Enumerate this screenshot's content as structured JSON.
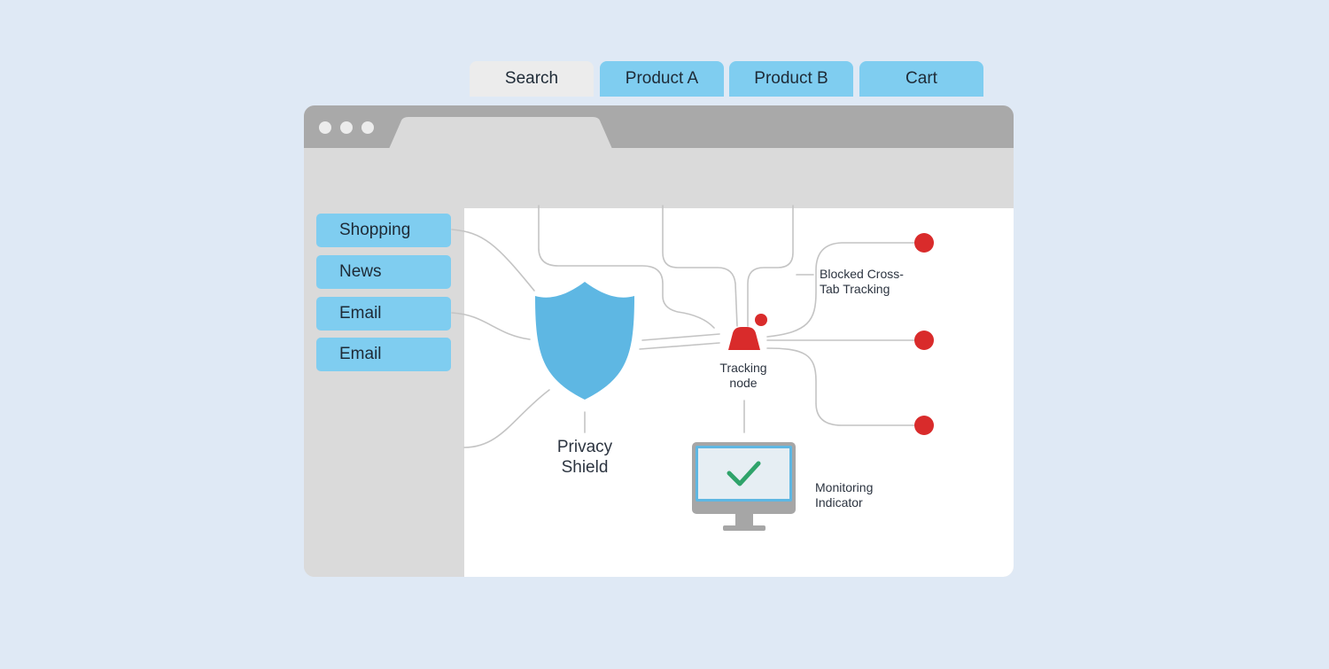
{
  "tabs": [
    {
      "label": "Search",
      "active": true
    },
    {
      "label": "Product A",
      "active": false
    },
    {
      "label": "Product B",
      "active": false
    },
    {
      "label": "Cart",
      "active": false
    }
  ],
  "sidebar": {
    "items": [
      {
        "label": "Shopping"
      },
      {
        "label": "News"
      },
      {
        "label": "Email"
      },
      {
        "label": "Email"
      }
    ]
  },
  "diagram": {
    "shield_label": "Privacy Shield",
    "tracking_label": "Tracking node",
    "blocked_label": "Blocked Cross-Tab Tracking",
    "monitor_label": "Monitoring Indicator"
  },
  "colors": {
    "page_background": "#dfe9f5",
    "tab_blue": "#7fcdf0",
    "shield_blue": "#5eb7e3",
    "tracker_red": "#d92b2b",
    "check_green": "#2fa36a"
  }
}
